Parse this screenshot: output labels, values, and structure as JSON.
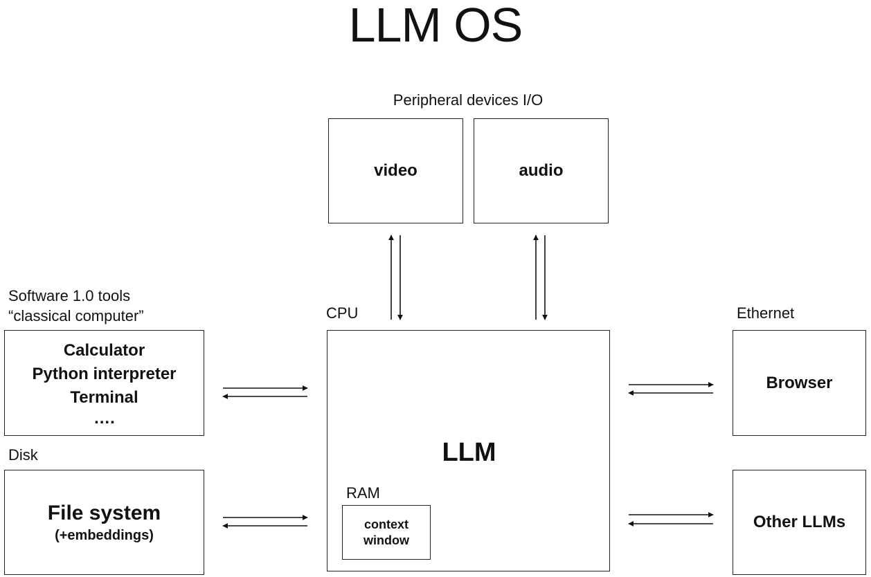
{
  "title": "LLM OS",
  "peripherals": {
    "label": "Peripheral devices I/O",
    "video": "video",
    "audio": "audio"
  },
  "cpu": {
    "label": "CPU",
    "llm": "LLM",
    "ram_label": "RAM",
    "context_line1": "context",
    "context_line2": "window"
  },
  "software": {
    "label_line1": "Software 1.0 tools",
    "label_line2": "“classical computer”",
    "items": [
      "Calculator",
      "Python interpreter",
      "Terminal",
      "…."
    ]
  },
  "disk": {
    "label": "Disk",
    "main": "File system",
    "sub": "(+embeddings)"
  },
  "ethernet": {
    "label": "Ethernet",
    "browser": "Browser",
    "other_llms": "Other LLMs"
  }
}
